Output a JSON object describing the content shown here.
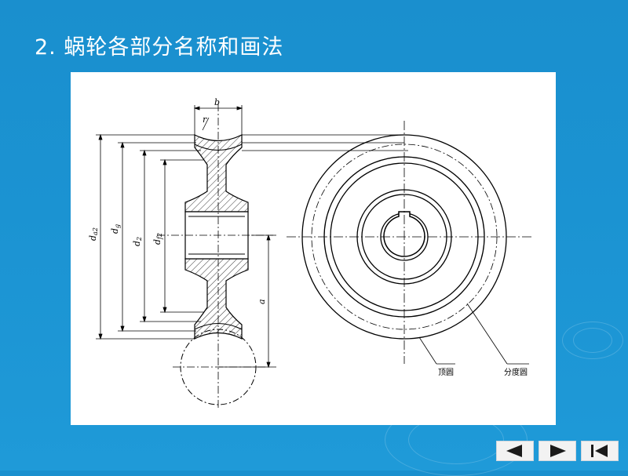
{
  "slide": {
    "title": "2.  蜗轮各部分名称和画法"
  },
  "drawing": {
    "labels": {
      "width": "b",
      "throat_radius": "r",
      "tip_diameter": "d",
      "tip_diameter_sub": "a2",
      "throat_diameter": "d",
      "throat_diameter_sub": "g",
      "pitch_diameter": "d",
      "pitch_diameter_sub": "2",
      "root_diameter": "d",
      "root_diameter_sub": "f2",
      "center_distance": "a",
      "tip_circle": "顶圆",
      "pitch_circle": "分度圆"
    }
  },
  "nav": {
    "prev_icon": "left-triangle-icon",
    "next_icon": "right-triangle-icon",
    "end_icon": "last-page-icon"
  }
}
